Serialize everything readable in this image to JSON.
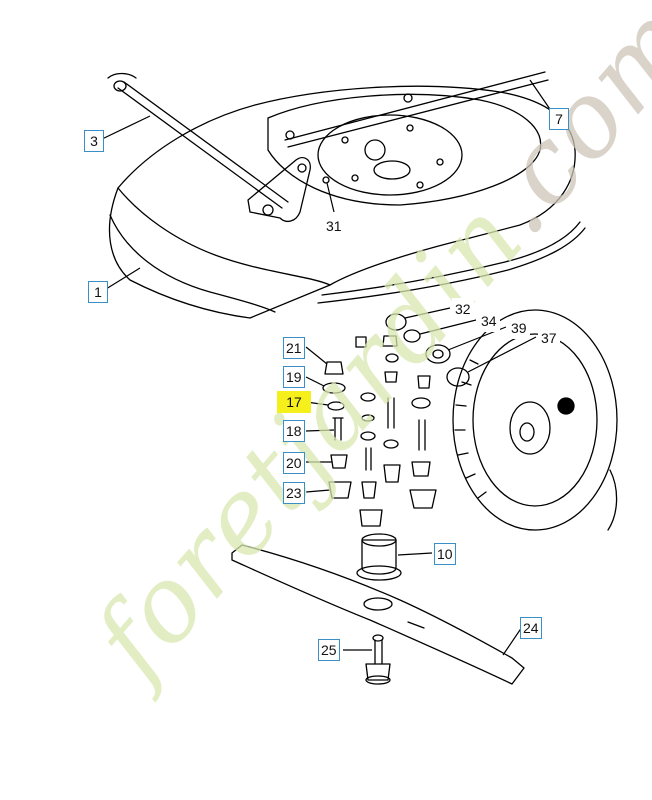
{
  "callouts": {
    "c1": "1",
    "c3": "3",
    "c7": "7",
    "c31": "31",
    "c32": "32",
    "c34": "34",
    "c39": "39",
    "c37": "37",
    "c21": "21",
    "c19": "19",
    "c17": "17",
    "c18": "18",
    "c20": "20",
    "c23": "23",
    "c10": "10",
    "c24": "24",
    "c25": "25"
  },
  "watermark": {
    "text": "foretjardin",
    "suffix": ".com",
    "color": "#d9e8b0"
  },
  "colors": {
    "callout_border": "#3a8fc7",
    "highlight": "#f5ef1c",
    "line": "#000000"
  }
}
